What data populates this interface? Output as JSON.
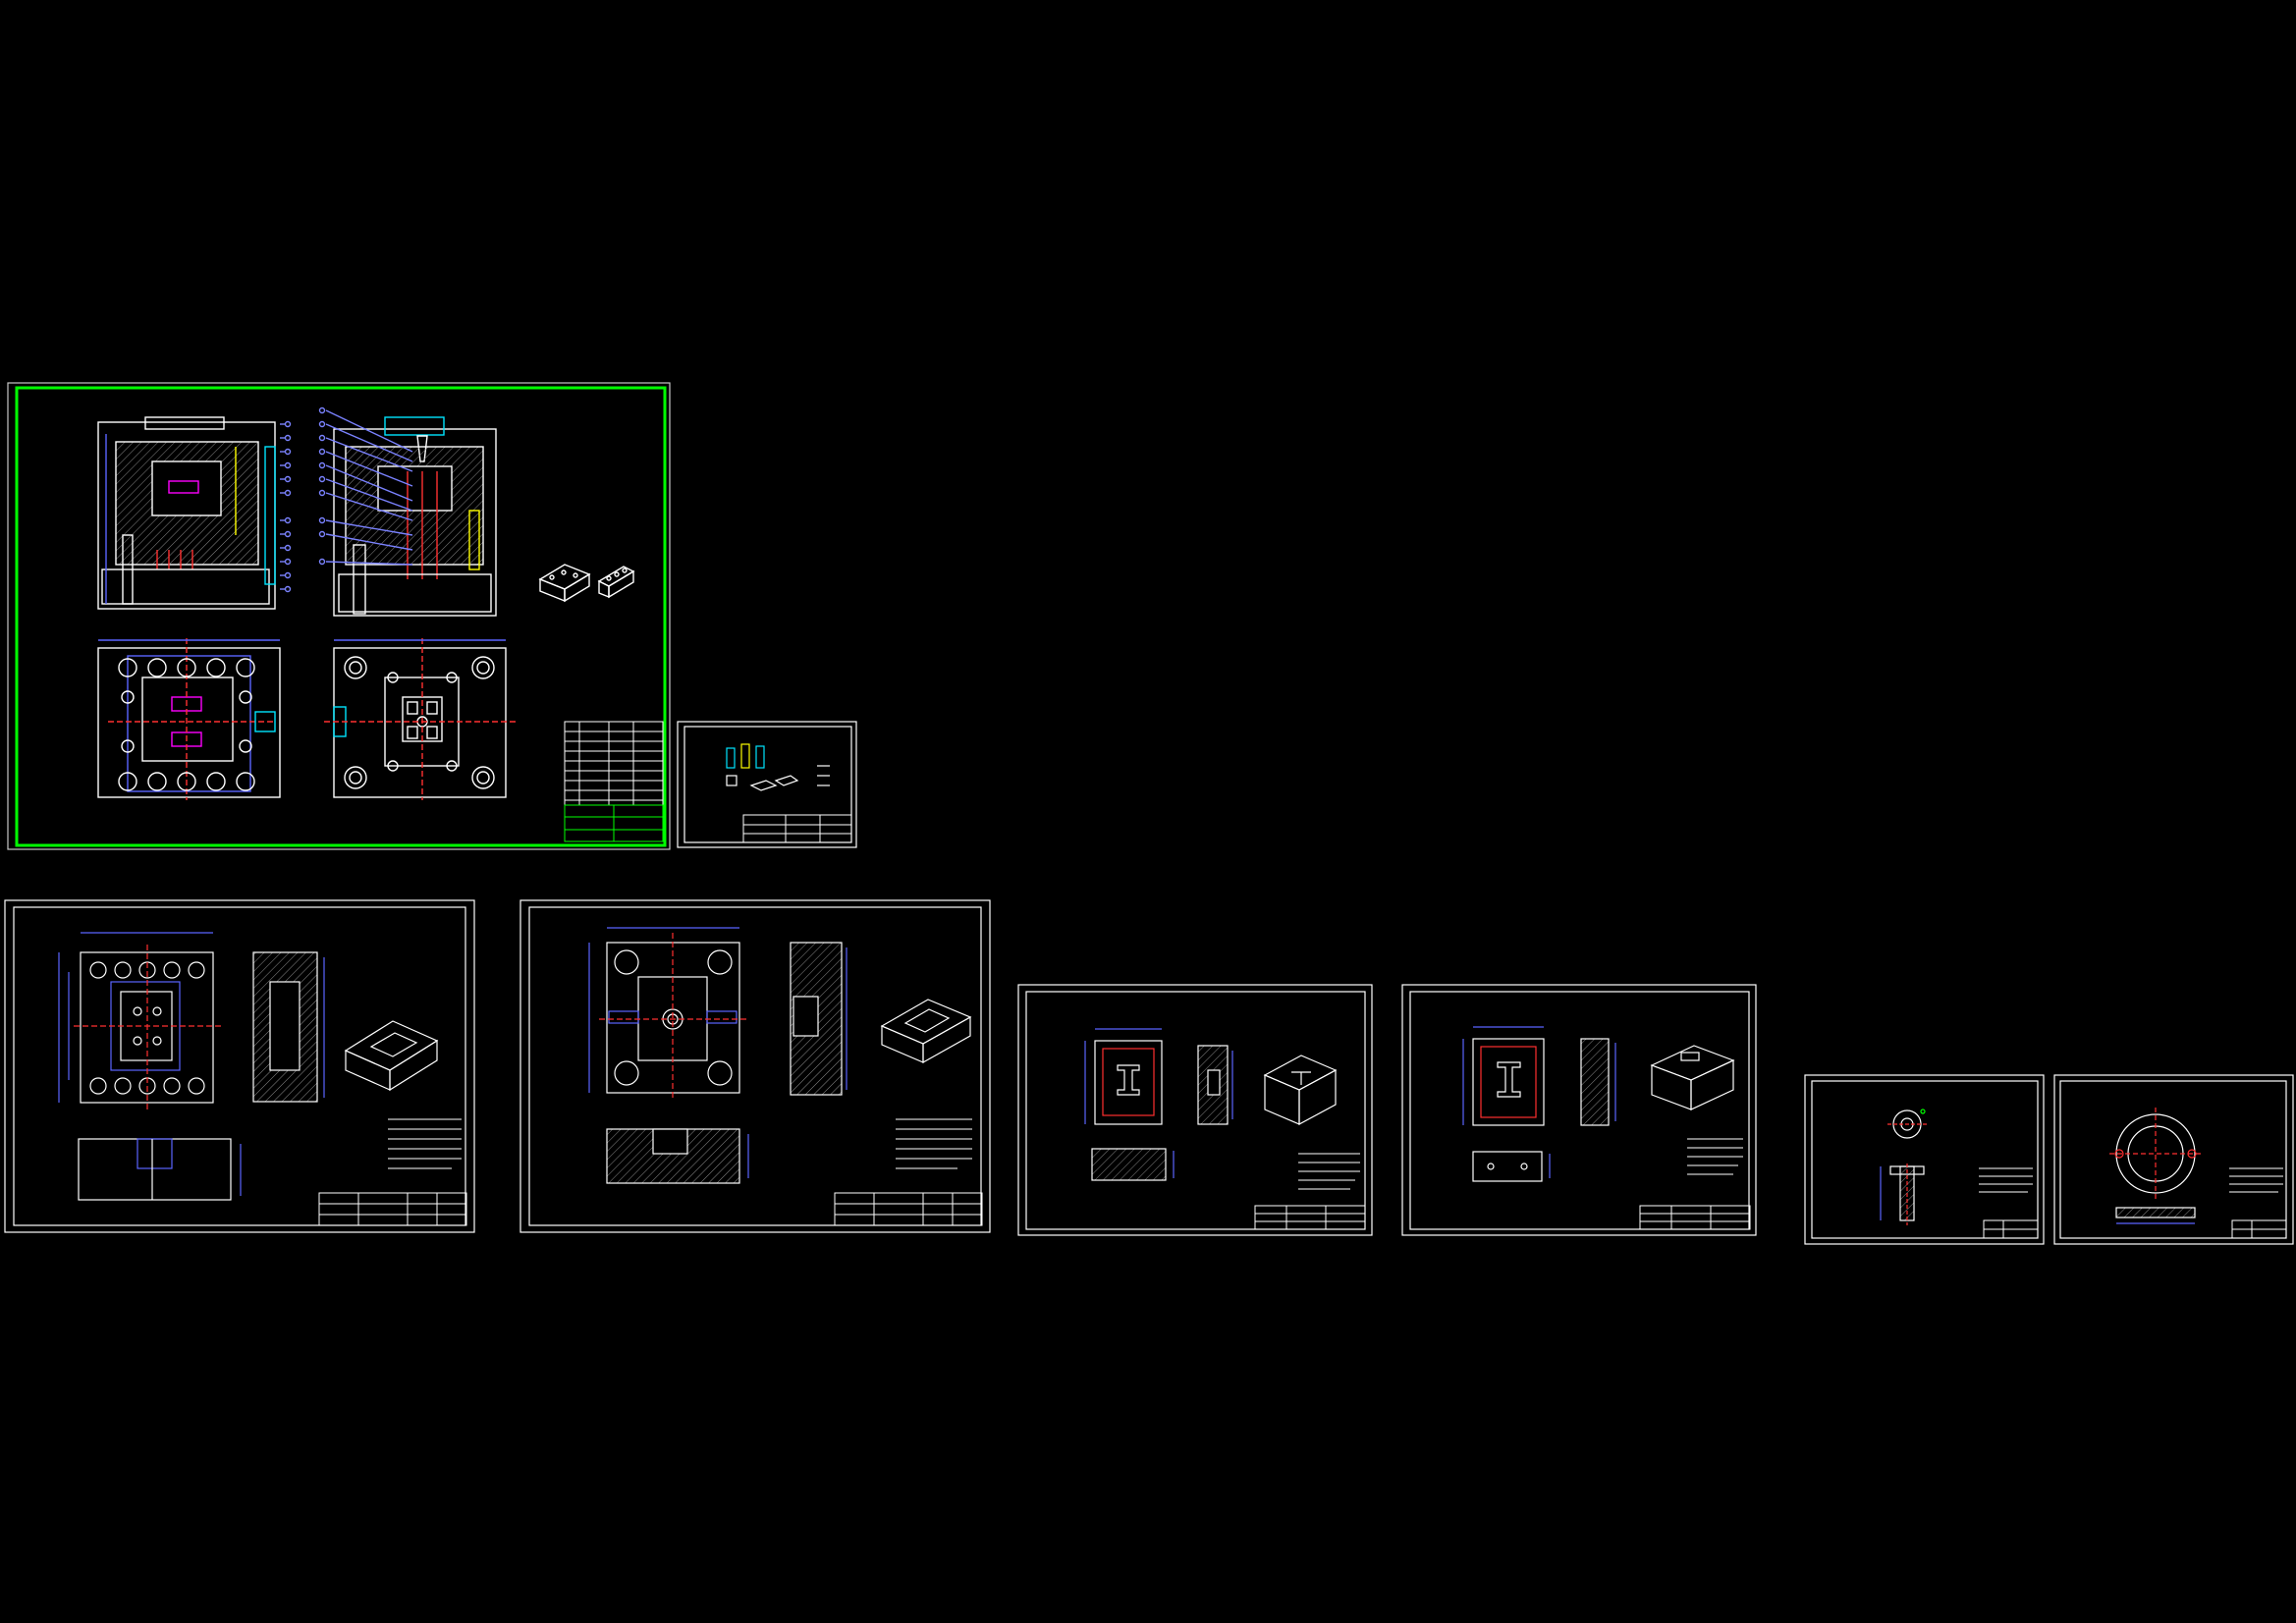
{
  "canvas": {
    "background": "#000000"
  },
  "palette": {
    "frame": "#ffffff",
    "active_frame": "#00ff00",
    "part_outline": "#ffffff",
    "dimension": "#2f3cff",
    "dimension_alt": "#5a64ff",
    "balloon": "#7a82ff",
    "hatch": "#c8c8c8",
    "accent_magenta": "#ff00ff",
    "accent_red": "#ff3030",
    "accent_cyan": "#00e5ff",
    "accent_yellow": "#ffff00",
    "accent_green": "#00ff00",
    "text": "#ffffff"
  },
  "sheets": [
    {
      "id": "assembly",
      "kind": "assembly-drawing",
      "selected": true,
      "icons": [
        "section-view-icon",
        "plan-view-icon",
        "isometric-part-icon",
        "title-block-icon"
      ]
    },
    {
      "id": "part-list",
      "kind": "product-sheet",
      "selected": false,
      "icons": [
        "component-icon",
        "title-block-icon"
      ]
    },
    {
      "id": "plate-a",
      "kind": "part-drawing",
      "selected": false,
      "icons": [
        "plan-view-icon",
        "section-view-icon",
        "isometric-part-icon",
        "title-block-icon"
      ]
    },
    {
      "id": "plate-b",
      "kind": "part-drawing",
      "selected": false,
      "icons": [
        "plan-view-icon",
        "section-view-icon",
        "isometric-part-icon",
        "title-block-icon"
      ]
    },
    {
      "id": "core-c",
      "kind": "part-drawing",
      "selected": false,
      "icons": [
        "plan-view-icon",
        "section-view-icon",
        "isometric-part-icon",
        "title-block-icon"
      ]
    },
    {
      "id": "core-d",
      "kind": "part-drawing",
      "selected": false,
      "icons": [
        "plan-view-icon",
        "section-view-icon",
        "isometric-part-icon",
        "title-block-icon"
      ]
    },
    {
      "id": "sprue-bush",
      "kind": "part-drawing",
      "selected": false,
      "icons": [
        "plan-view-icon",
        "section-view-icon",
        "title-block-icon"
      ]
    },
    {
      "id": "locating-ring",
      "kind": "part-drawing",
      "selected": false,
      "icons": [
        "plan-view-icon",
        "section-view-icon",
        "title-block-icon"
      ]
    }
  ]
}
